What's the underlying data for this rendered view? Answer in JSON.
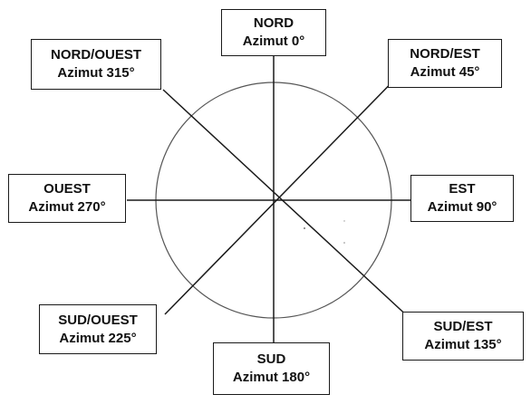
{
  "colors": {
    "line": "#1a1a1a",
    "circle": "#555555",
    "text": "#111111",
    "background": "#ffffff"
  },
  "directions": [
    {
      "id": "n",
      "name": "NORD",
      "azimuth_label": "Azimut 0°",
      "azimuth": 0
    },
    {
      "id": "ne",
      "name": "NORD/EST",
      "azimuth_label": "Azimut 45°",
      "azimuth": 45
    },
    {
      "id": "e",
      "name": "EST",
      "azimuth_label": "Azimut 90°",
      "azimuth": 90
    },
    {
      "id": "se",
      "name": "SUD/EST",
      "azimuth_label": "Azimut 135°",
      "azimuth": 135
    },
    {
      "id": "s",
      "name": "SUD",
      "azimuth_label": "Azimut 180°",
      "azimuth": 180
    },
    {
      "id": "sw",
      "name": "SUD/OUEST",
      "azimuth_label": "Azimut 225°",
      "azimuth": 225
    },
    {
      "id": "w",
      "name": "OUEST",
      "azimuth_label": "Azimut 270°",
      "azimuth": 270
    },
    {
      "id": "nw",
      "name": "NORD/OUEST",
      "azimuth_label": "Azimut 315°",
      "azimuth": 315
    }
  ]
}
